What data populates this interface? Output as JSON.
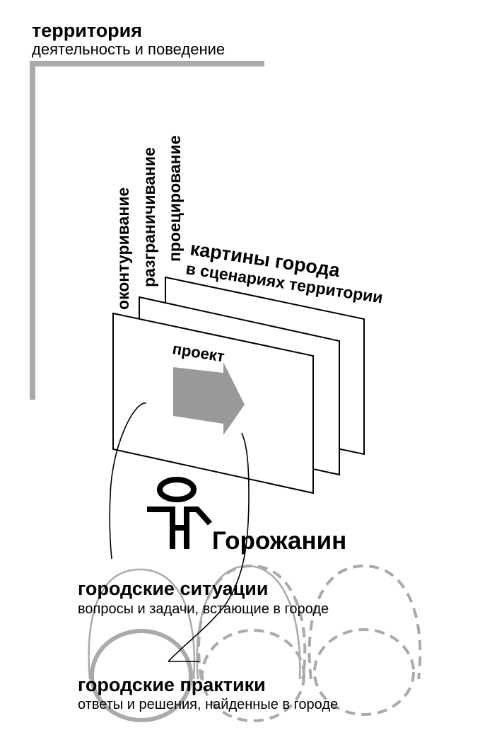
{
  "territory": {
    "title": "территория",
    "subtitle": "деятельность и поведение"
  },
  "processes": [
    "оконтуривание",
    "разграничивание",
    "проецирование"
  ],
  "pictures": {
    "title": "картины города",
    "subtitle": "в сценариях территории"
  },
  "project_label": "проект",
  "citizen_label": "Горожанин",
  "situations": {
    "title": "городские ситуации",
    "subtitle": "вопросы и задачи, встающие в городе"
  },
  "practices": {
    "title": "городские практики",
    "subtitle": "ответы и решения, найденные в городе"
  },
  "colors": {
    "text": "#000000",
    "frame": "#aaaaaa",
    "arrow": "#999999",
    "loop_solid": "#aaaaaa",
    "loop_dashed": "#aaaaaa"
  }
}
